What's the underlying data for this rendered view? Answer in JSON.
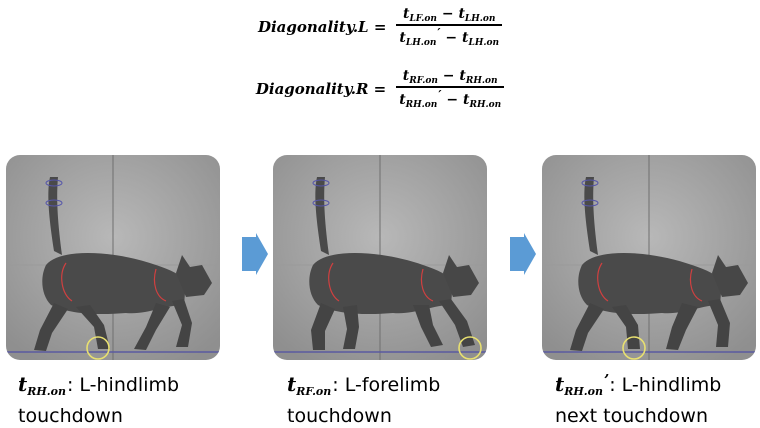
{
  "equations": [
    {
      "lhs": "Diagonality.L =",
      "num_a": "t",
      "num_a_sub": "LF.on",
      "minus1": " − ",
      "num_b": "t",
      "num_b_sub": "LH.on",
      "den_a": "t",
      "den_a_sub": "LH.on",
      "prime": "′",
      "minus2": " − ",
      "den_b": "t",
      "den_b_sub": "LH.on"
    },
    {
      "lhs": "Diagonality.R =",
      "num_a": "t",
      "num_a_sub": "RF.on",
      "minus1": " − ",
      "num_b": "t",
      "num_b_sub": "RH.on",
      "den_a": "t",
      "den_a_sub": "RH.on",
      "prime": "′",
      "minus2": " − ",
      "den_b": "t",
      "den_b_sub": "RH.on"
    }
  ],
  "panels": [
    {
      "t": "t",
      "sub": "RH.on",
      "prime": "",
      "sep": ": ",
      "line1": "L-hindlimb",
      "line2": "touchdown"
    },
    {
      "t": "t",
      "sub": "RF.on",
      "prime": "",
      "sep": ": ",
      "line1": "L-forelimb",
      "line2": "touchdown"
    },
    {
      "t": "t",
      "sub": "RH.on",
      "prime": "’",
      "sep": ": ",
      "line1": "L-hindlimb",
      "line2": "next touchdown"
    }
  ],
  "colors": {
    "arrow": "#5b9bd5",
    "highlight_circle": "#e8e070",
    "cat": "#4a4a4a",
    "viewport_bg": "#a9a9a9"
  }
}
